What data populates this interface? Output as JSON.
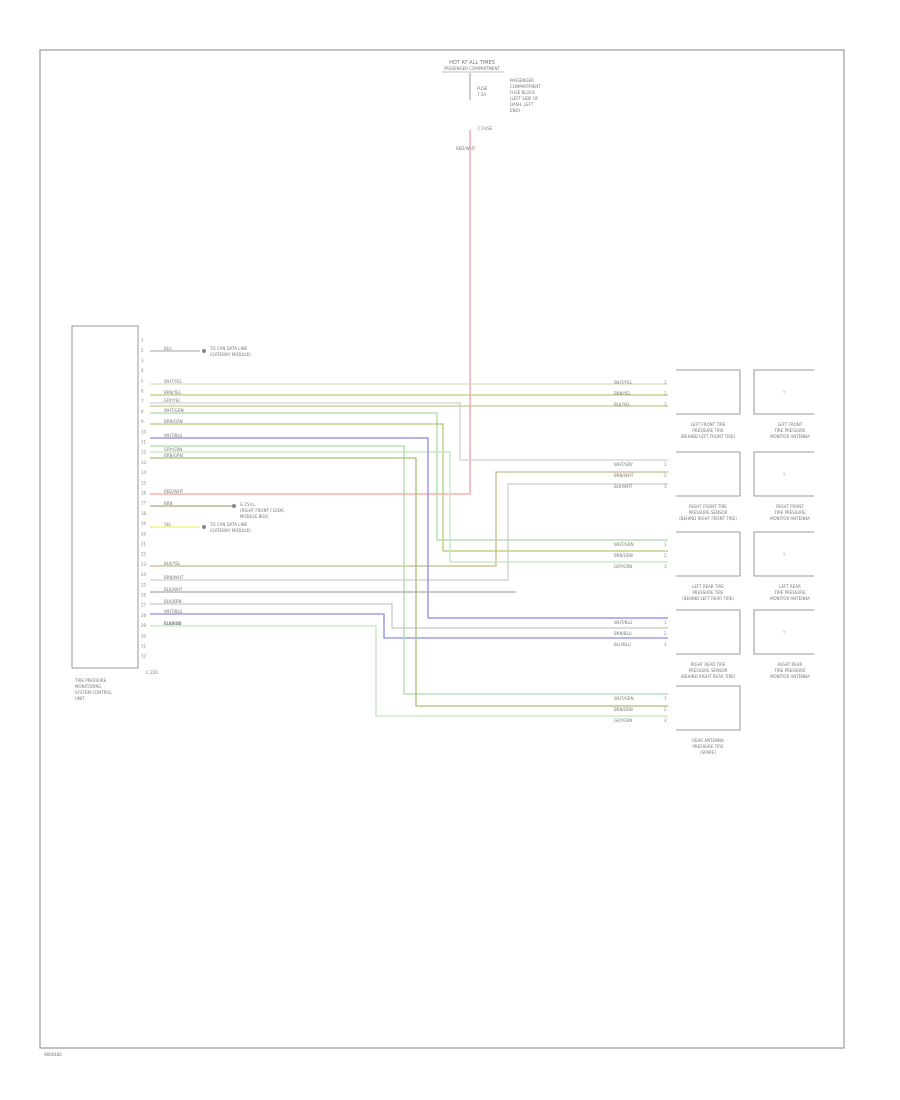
{
  "diagram_id": "9806480",
  "fuse_block": {
    "title": "HOT AT ALL TIMES",
    "subtitle": "PASSENGER COMPARTMENT",
    "fuse_label": "FUSE",
    "fuse_amp": "7.5A",
    "fuse_desc": [
      "PASSENGER",
      "COMPARTMENT",
      "FUSE BLOCK",
      "(LEFT SIDE OF",
      "DASH, LEFT",
      "END)"
    ],
    "connector": "C FUSE",
    "wire_color": "RED/WHT"
  },
  "module": {
    "name": [
      "TIRE PRESSURE",
      "MONITORING",
      "SYSTEM CONTROL",
      "UNIT"
    ],
    "ground_label": "C 220"
  },
  "pins": [
    "1",
    "2",
    "3",
    "4",
    "5",
    "6",
    "7",
    "8",
    "9",
    "10",
    "11",
    "12",
    "13",
    "14",
    "15",
    "16",
    "17",
    "18",
    "19",
    "20",
    "21",
    "22",
    "23",
    "24",
    "25",
    "26",
    "27",
    "28",
    "29",
    "30",
    "31",
    "32"
  ],
  "pin_wires": [
    {
      "pin": 2,
      "wire": "BLU",
      "color": "#b8b8b8",
      "dest": [
        "TO CAN DATA LINE",
        "(GATEWAY MODULE)"
      ]
    },
    {
      "pin": 5,
      "wire": "WHT/YEL",
      "color": "#dcdcc0"
    },
    {
      "pin": 6,
      "wire": "BRN/YEL",
      "color": "#c8c878"
    },
    {
      "pin": 7,
      "wire": "GRY/YEL",
      "color": "#d0d0d0"
    },
    {
      "pin": 8,
      "wire": "WHT/GRN",
      "color": "#a6dca6"
    },
    {
      "pin": 9,
      "wire": "BRN/GRN",
      "color": "#b8c878"
    },
    {
      "pin": 10,
      "wire": "WHT/BLU",
      "color": "#8888ee"
    },
    {
      "pin": 11,
      "wire": "GRY/GRN",
      "color": "#bfe6bf"
    },
    {
      "pin": 12,
      "wire": "BRN/GRN",
      "color": "#a8c070"
    },
    {
      "pin": 16,
      "wire": "RED/WHT",
      "color": "#ff9a9a"
    },
    {
      "pin": 17,
      "wire": "BRN",
      "color": "#b0a080",
      "dest": [
        "G 154 L",
        "(RIGHT FRONT FLOOR,",
        "MODULE BOX)"
      ]
    },
    {
      "pin": 19,
      "wire": "YEL",
      "color": "#f0f070",
      "dest": [
        "TO CAN DATA LINE",
        "(GATEWAY MODULE)"
      ]
    },
    {
      "pin": 23,
      "wire": "BLK/YEL",
      "color": "#c8c890"
    },
    {
      "pin": 24,
      "wire": "BRN/WHT",
      "color": "#c8b888"
    },
    {
      "pin": 25,
      "wire": "BLK/WHT",
      "color": "#cfcfcf"
    },
    {
      "pin": 26,
      "wire": "BLK/BRN",
      "color": "#aaaaaa"
    },
    {
      "pin": 27,
      "wire": "WHT/BLU",
      "color": "#c8c8c8"
    },
    {
      "pin": 28,
      "wire": "BLU/BLU",
      "color": "#8a8ae8"
    },
    {
      "pin": 29,
      "wire": "BLK/BRN",
      "color": "#b0b0b0"
    }
  ],
  "sensors": [
    {
      "name": [
        "LEFT FRONT TIRE",
        "PRESSURE TIRE",
        "(BEHIND LEFT FRONT TIRE)"
      ],
      "wires": [
        "WHT/YEL",
        "BRN/YEL",
        "BLK/YEL"
      ],
      "pins": [
        "1",
        "2",
        "3"
      ],
      "antenna": [
        "LEFT FRONT",
        "TIRE PRESSURE",
        "MONITOR ANTENNA"
      ]
    },
    {
      "name": [
        "RIGHT FRONT TIRE",
        "PRESSURE SENSOR",
        "(BEHIND RIGHT FRONT TIRE)"
      ],
      "wires": [
        "WHT/GRY",
        "BRN/WHT",
        "BLK/WHT"
      ],
      "pins": [
        "1",
        "2",
        "3"
      ],
      "antenna": [
        "RIGHT FRONT",
        "TIRE PRESSURE",
        "MONITOR ANTENNA"
      ]
    },
    {
      "name": [
        "LEFT REAR TIRE",
        "PRESSURE TIRE",
        "(BEHIND LEFT REAR TIRE)"
      ],
      "wires": [
        "WHT/GRN",
        "BRN/GRN",
        "GRY/GRN"
      ],
      "pins": [
        "1",
        "2",
        "3"
      ],
      "antenna": [
        "LEFT REAR",
        "TIRE PRESSURE",
        "MONITOR ANTENNA"
      ]
    },
    {
      "name": [
        "RIGHT REAR TIRE",
        "PRESSURE SENSOR",
        "(BEHIND RIGHT REAR TIRE)"
      ],
      "wires": [
        "WHT/BLU",
        "BRN/BLU",
        "BLU/BLU"
      ],
      "pins": [
        "1",
        "2",
        "3"
      ],
      "antenna": [
        "RIGHT REAR",
        "TIRE PRESSURE",
        "MONITOR ANTENNA"
      ]
    },
    {
      "name": [
        "REAR ANTENNA",
        "PRESSURE TIRE",
        "(SPARE)"
      ],
      "wires": [
        "WHT/GRN",
        "BRN/GRN",
        "GRY/GRN"
      ],
      "pins": [
        "1",
        "2",
        "3"
      ],
      "antenna": []
    }
  ]
}
